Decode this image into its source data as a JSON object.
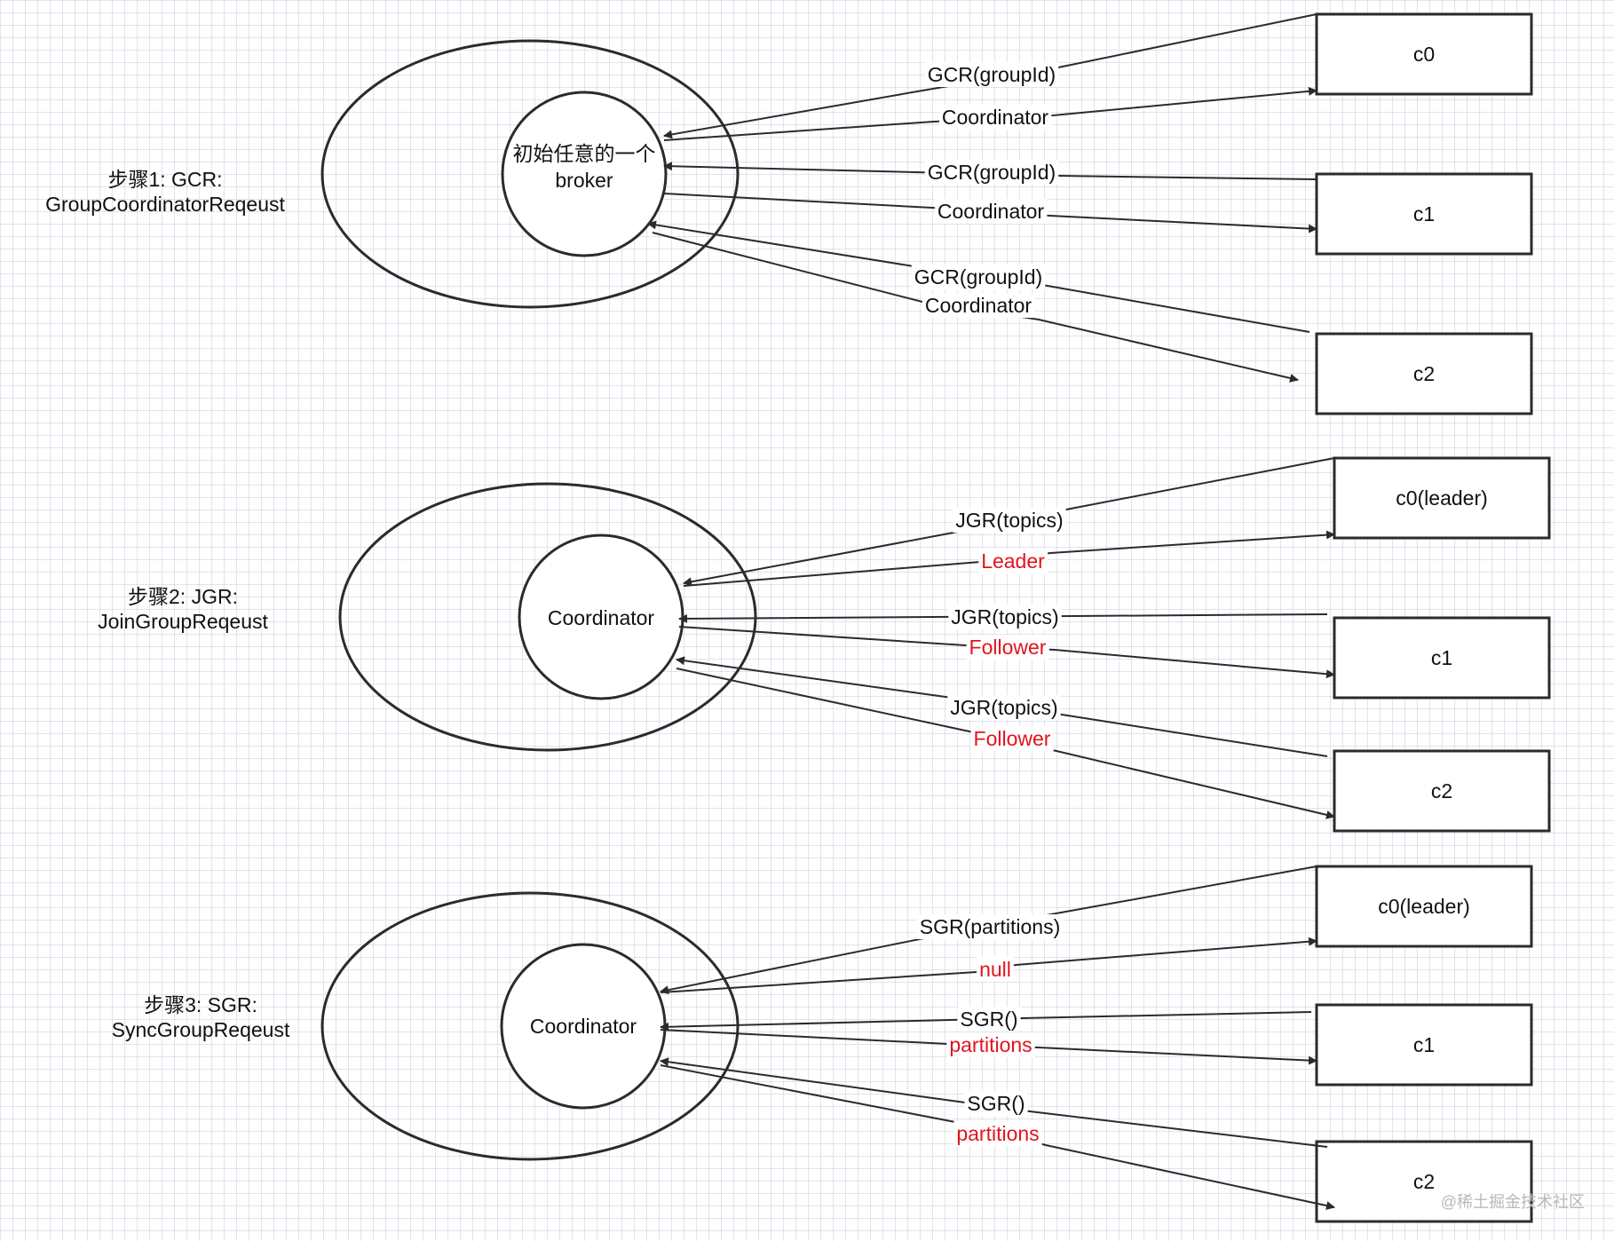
{
  "colors": {
    "stroke": "#2b2b2b",
    "text": "#111111",
    "accent_red": "#e0141e",
    "watermark": "#b8b8b8"
  },
  "watermark": "@稀土掘金技术社区",
  "steps": [
    {
      "id": "gcr",
      "label_lines": [
        "步骤1: GCR:",
        "GroupCoordinatorReqeust"
      ],
      "inner_lines": [
        "初始任意的一个",
        "broker"
      ],
      "clients": [
        {
          "name": "c0",
          "request": "GCR(groupId)",
          "response": "Coordinator",
          "response_highlight": false
        },
        {
          "name": "c1",
          "request": "GCR(groupId)",
          "response": "Coordinator",
          "response_highlight": false
        },
        {
          "name": "c2",
          "request": "GCR(groupId)",
          "response": "Coordinator",
          "response_highlight": false
        }
      ]
    },
    {
      "id": "jgr",
      "label_lines": [
        "步骤2: JGR:",
        "JoinGroupReqeust"
      ],
      "inner_lines": [
        "Coordinator"
      ],
      "clients": [
        {
          "name": "c0(leader)",
          "request": "JGR(topics)",
          "response": "Leader",
          "response_highlight": true
        },
        {
          "name": "c1",
          "request": "JGR(topics)",
          "response": "Follower",
          "response_highlight": true
        },
        {
          "name": "c2",
          "request": "JGR(topics)",
          "response": "Follower",
          "response_highlight": true
        }
      ]
    },
    {
      "id": "sgr",
      "label_lines": [
        "步骤3: SGR:",
        "SyncGroupReqeust"
      ],
      "inner_lines": [
        "Coordinator"
      ],
      "clients": [
        {
          "name": "c0(leader)",
          "request": "SGR(partitions)",
          "response": "null",
          "response_highlight": true
        },
        {
          "name": "c1",
          "request": "SGR()",
          "response": "partitions",
          "response_highlight": true
        },
        {
          "name": "c2",
          "request": "SGR()",
          "response": "partitions",
          "response_highlight": true
        }
      ]
    }
  ]
}
